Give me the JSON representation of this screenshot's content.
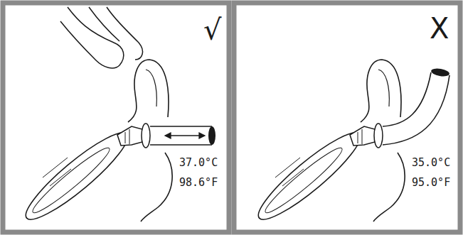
{
  "diagram": {
    "labels": [
      "√",
      "37.0°C",
      "98.6°F",
      "X",
      "35.0°C",
      "95.0°F"
    ]
  }
}
